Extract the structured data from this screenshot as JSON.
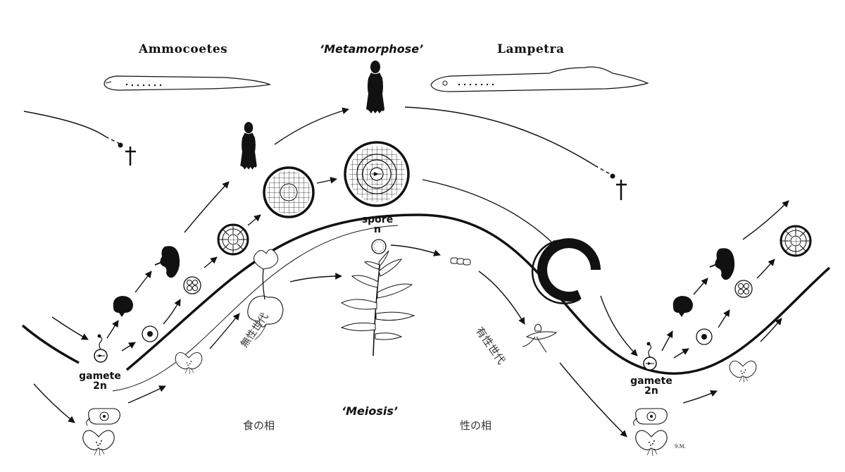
{
  "headings": {
    "larva": "Ammocoetes",
    "metamorphosis": "‘Metamorphose’",
    "adult": "Lampetra",
    "meiosis": "‘Meiosis’"
  },
  "nodes": {
    "gamete_left": [
      "gamete",
      "2n"
    ],
    "gamete_right": [
      "gamete",
      "2n"
    ],
    "spore": [
      "spore",
      "n"
    ]
  },
  "japanese": {
    "asexual_generation": "無性世代",
    "sexual_generation": "有性世代",
    "phase_nutrition": "食の相",
    "phase_sex": "性の相"
  },
  "signature": "9.M.",
  "colors": {
    "ink": "#111111",
    "paper": "#ffffff"
  }
}
